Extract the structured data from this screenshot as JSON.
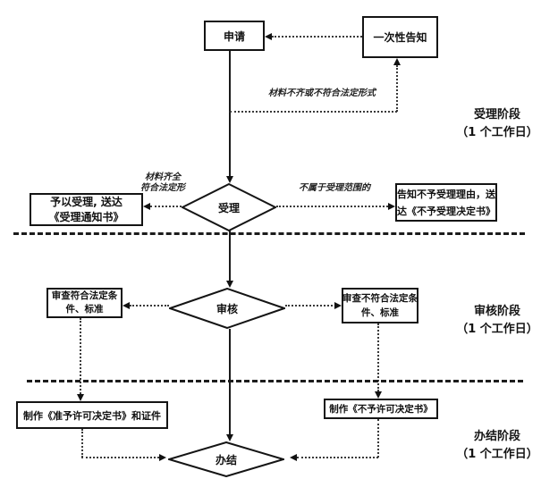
{
  "diagram": {
    "nodes": {
      "apply": "申请",
      "one_time_notice": "一次性告知",
      "accept": "受理",
      "accept_grant": [
        "予以受理, 送达",
        "《受理通知书》"
      ],
      "accept_deny": [
        "告知不予受理理由，送",
        "达《不予受理决定书》"
      ],
      "review": "审核",
      "review_pass": [
        "审查符合法定条",
        "件、标准"
      ],
      "review_fail": [
        "审查不符合法定条",
        "件、标准"
      ],
      "make_grant_doc": "制作《准予许可决定书》和证件",
      "make_deny_doc": "制作《不予许可决定书》",
      "finish": "办结"
    },
    "edge_labels": {
      "materials_incomplete": "材料不齐或不符合法定形式",
      "materials_complete": [
        "材料齐全",
        "符合法定形"
      ],
      "out_of_scope": "不属于受理范围的"
    },
    "stages": [
      {
        "name": "受理阶段",
        "duration": "（1 个工作日）"
      },
      {
        "name": "审核阶段",
        "duration": "（1 个工作日）"
      },
      {
        "name": "办结阶段",
        "duration": "（1 个工作日）"
      }
    ],
    "colors": {
      "line": "#1a1a1a",
      "background": "#ffffff"
    }
  }
}
